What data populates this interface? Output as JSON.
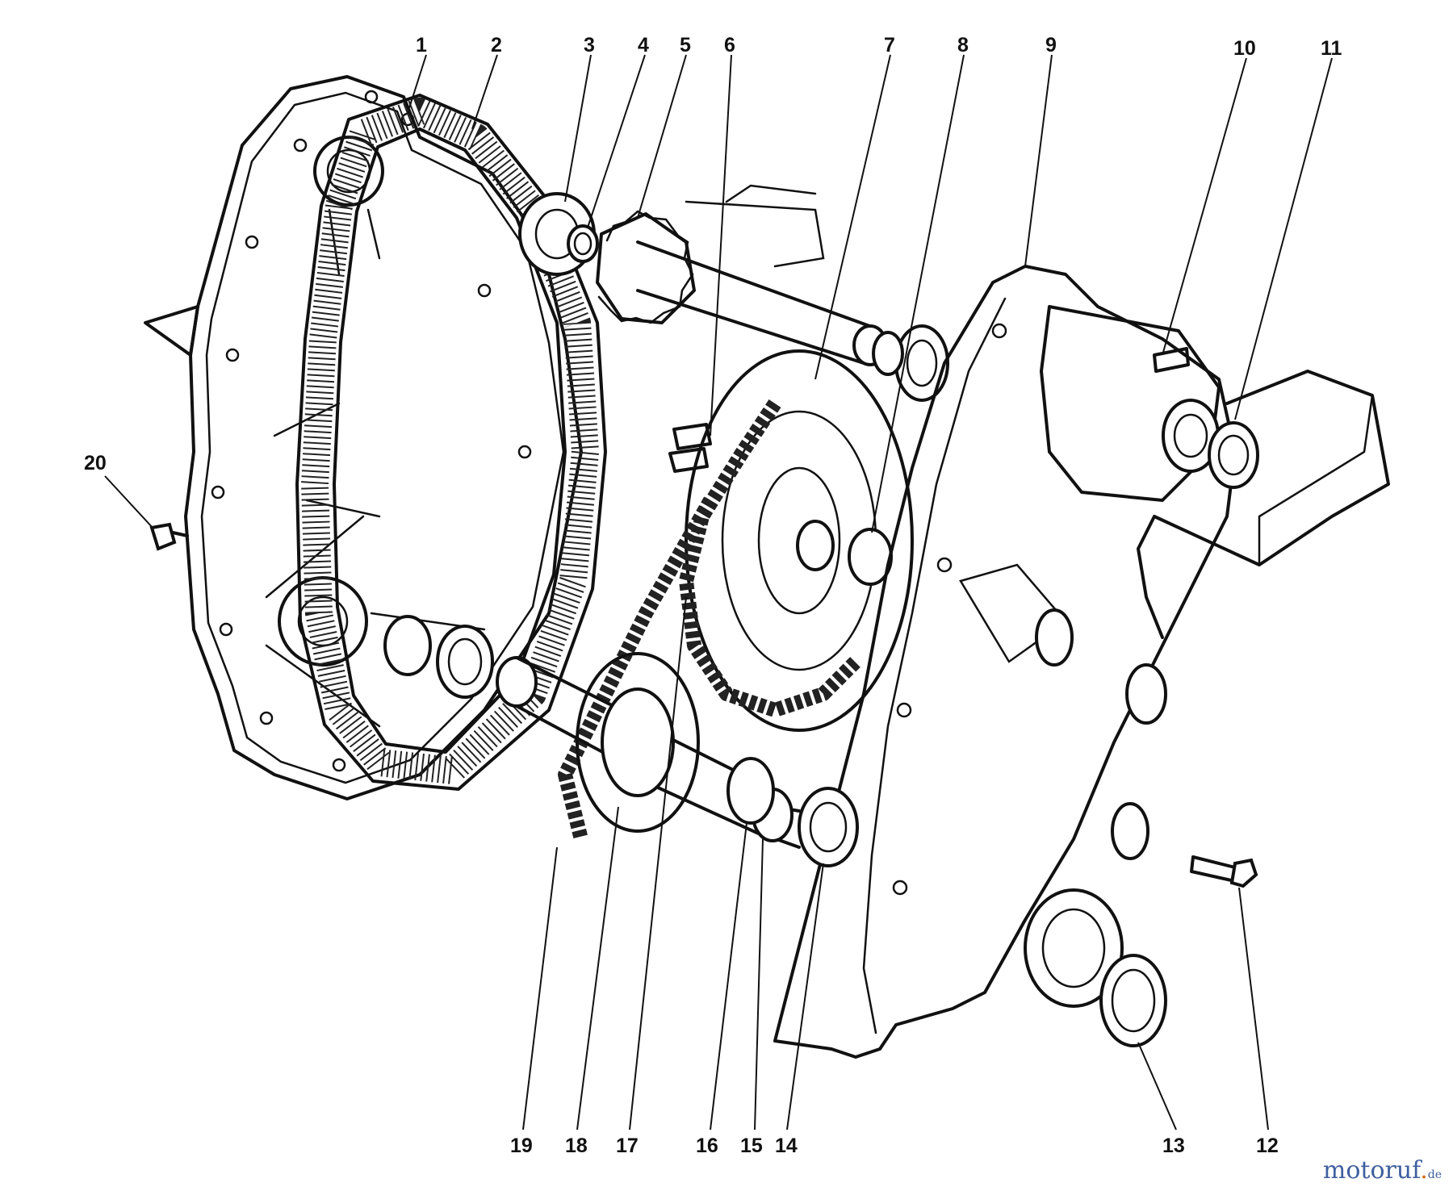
{
  "callouts": [
    "1",
    "2",
    "3",
    "4",
    "5",
    "6",
    "7",
    "8",
    "9",
    "10",
    "11",
    "12",
    "13",
    "14",
    "15",
    "16",
    "17",
    "18",
    "19",
    "20"
  ],
  "watermark": {
    "main": "motoruf",
    "dot": ".",
    "suffix": "de"
  },
  "colors": {
    "ink": "#111111",
    "paper": "#ffffff",
    "brand_blue": "#3f5f9f",
    "brand_orange": "#d86b1a"
  }
}
